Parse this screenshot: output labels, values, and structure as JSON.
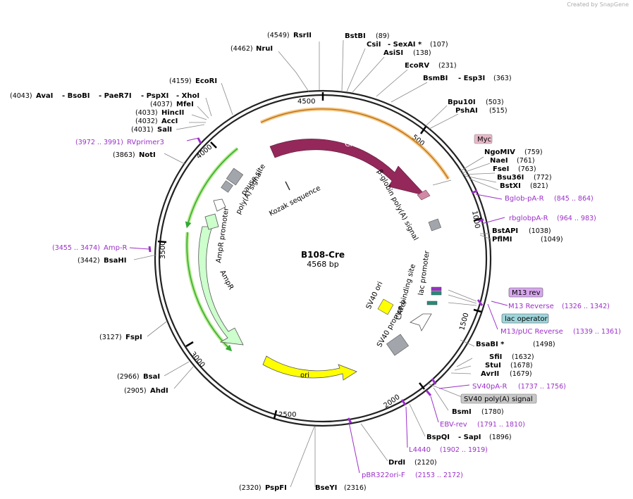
{
  "credit": {
    "prefix": "Created by",
    "brand": "SnapGene"
  },
  "plasmid": {
    "name": "B108-Cre",
    "size": "4568 bp"
  },
  "ticks": [
    "500",
    "1000",
    "1500",
    "2000",
    "2500",
    "3000",
    "3500",
    "4000",
    "4500"
  ],
  "features": {
    "cre": "Cre",
    "bglobin": "β-globin poly(A) signal",
    "kozak": "Kozak sequence",
    "pause": "pause site",
    "polyA": "poly(A) signal",
    "ampr_promoter": "AmpR promoter",
    "ampr": "AmpR",
    "ori": "ori",
    "sv40ori": "SV40 ori",
    "sv40prom": "SV40 promoter",
    "cap": "CAP binding site",
    "lac_promoter": "lac promoter"
  },
  "boxed": {
    "myc": "Myc",
    "m13rev": "M13 rev",
    "lacop": "lac operator",
    "sv40polya": "SV40 poly(A) signal"
  },
  "sites": {
    "rsrii": {
      "pos": "(4549)",
      "name": "RsrII"
    },
    "nrui": {
      "pos": "(4462)",
      "name": "NruI"
    },
    "ecori": {
      "pos": "(4159)",
      "name": "EcoRI"
    },
    "avai_line": {
      "pos": "(4043)",
      "n1": "AvaI",
      "n2": "- BsoBI",
      "n3": "- PaeR7I",
      "n4": "- PspXI",
      "n5": "- XhoI"
    },
    "mfei": {
      "pos": "(4037)",
      "name": "MfeI"
    },
    "hincii": {
      "pos": "(4033)",
      "name": "HincII"
    },
    "acci": {
      "pos": "(4032)",
      "name": "AccI"
    },
    "sali": {
      "pos": "(4031)",
      "name": "SalI"
    },
    "noti": {
      "pos": "(3863)",
      "name": "NotI"
    },
    "bsahi": {
      "pos": "(3442)",
      "name": "BsaHI"
    },
    "fspi": {
      "pos": "(3127)",
      "name": "FspI"
    },
    "bsai": {
      "pos": "(2966)",
      "name": "BsaI"
    },
    "ahdi": {
      "pos": "(2905)",
      "name": "AhdI"
    },
    "pspfi": {
      "pos": "(2320)",
      "name": "PspFI"
    },
    "bseyi": {
      "name": "BseYI",
      "pos": "(2316)"
    },
    "bstbi": {
      "name": "BstBI",
      "pos": "(89)"
    },
    "csii": {
      "name": "CsiI",
      "name2": "- SexAI *",
      "pos": "(107)"
    },
    "asisi": {
      "name": "AsiSI",
      "pos": "(138)"
    },
    "ecorv": {
      "name": "EcoRV",
      "pos": "(231)"
    },
    "bsmbi": {
      "name": "BsmBI",
      "name2": "- Esp3I",
      "pos": "(363)"
    },
    "bpu10i": {
      "name": "Bpu10I",
      "pos": "(503)"
    },
    "pshai": {
      "name": "PshAI",
      "pos": "(515)"
    },
    "ngomiv": {
      "name": "NgoMIV",
      "pos": "(759)"
    },
    "naei": {
      "name": "NaeI",
      "pos": "(761)"
    },
    "fsei": {
      "name": "FseI",
      "pos": "(763)"
    },
    "bsu36i": {
      "name": "Bsu36I",
      "pos": "(772)"
    },
    "bstxi": {
      "name": "BstXI",
      "pos": "(821)"
    },
    "bstapi": {
      "name": "BstAPI",
      "pos": "(1038)"
    },
    "pflmi": {
      "name": "PflMI",
      "pos": "(1049)"
    },
    "bsabi": {
      "name": "BsaBI *",
      "pos": "(1498)"
    },
    "sfii": {
      "name": "SfiI",
      "pos": "(1632)"
    },
    "stui": {
      "name": "StuI",
      "pos": "(1678)"
    },
    "avrii": {
      "name": "AvrII",
      "pos": "(1679)"
    },
    "bsmi": {
      "name": "BsmI",
      "pos": "(1780)"
    },
    "bspqi": {
      "name": "BspQI",
      "name2": "- SapI",
      "pos": "(1896)"
    },
    "drdi": {
      "name": "DrdI",
      "pos": "(2120)"
    }
  },
  "primers": {
    "rvprimer3": {
      "pos": "(3972 .. 3991)",
      "name": "RVprimer3"
    },
    "ampr": {
      "pos": "(3455 .. 3474)",
      "name": "Amp-R"
    },
    "bglob": {
      "name": "Bglob-pA-R",
      "pos": "(845 .. 864)"
    },
    "rbglob": {
      "name": "rbglobpA-R",
      "pos": "(964 .. 983)"
    },
    "m13reverse": {
      "name": "M13 Reverse",
      "pos": "(1326 .. 1342)"
    },
    "m13puc": {
      "name": "M13/pUC Reverse",
      "pos": "(1339 .. 1361)"
    },
    "sv40pa": {
      "name": "SV40pA-R",
      "pos": "(1737 .. 1756)"
    },
    "ebvrev": {
      "name": "EBV-rev",
      "pos": "(1791 .. 1810)"
    },
    "l4440": {
      "name": "L4440",
      "pos": "(1902 .. 1919)"
    },
    "pbr322": {
      "name": "pBR322ori-F",
      "pos": "(2153 .. 2172)"
    }
  },
  "colors": {
    "cre": "#94285a",
    "ori": "#ffff00",
    "ampr": "#ccffcc",
    "primer": "#9b30c8",
    "feature_gray": "#a2a6ac",
    "orange": "#f0a030",
    "green": "#33aa33"
  }
}
